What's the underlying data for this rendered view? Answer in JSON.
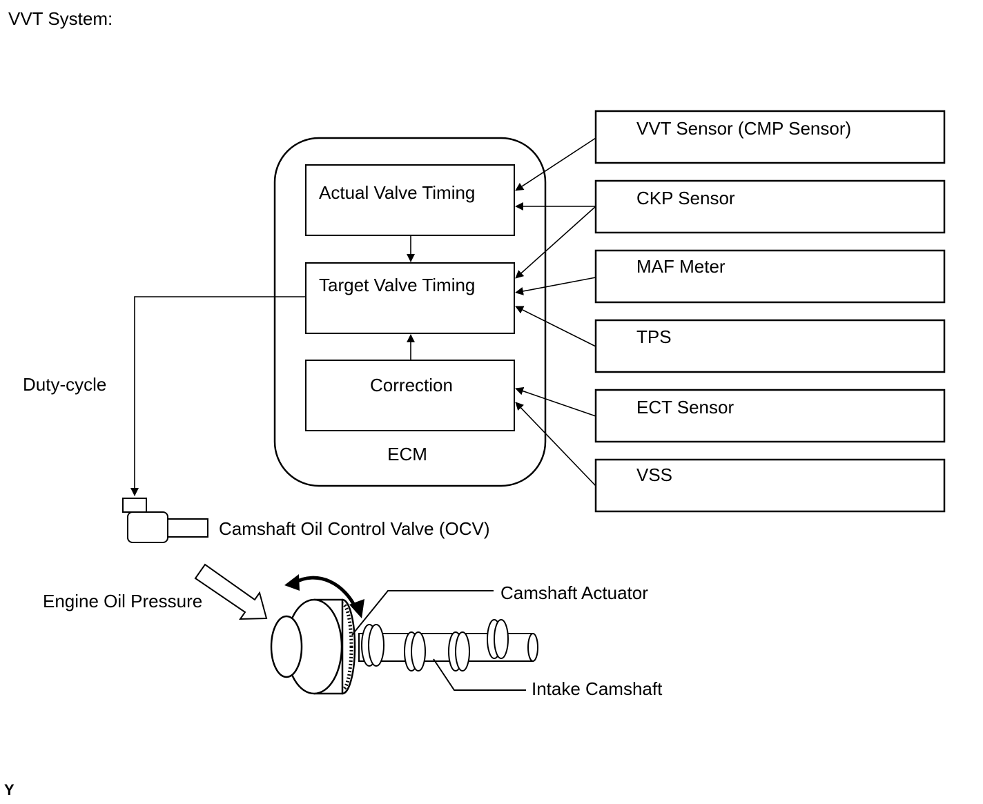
{
  "title": "VVT System:",
  "ecm": {
    "label": "ECM",
    "blocks": {
      "actual": "Actual Valve Timing",
      "target": "Target Valve Timing",
      "correction": "Correction"
    }
  },
  "sensors": [
    "VVT Sensor (CMP Sensor)",
    "CKP Sensor",
    "MAF Meter",
    "TPS",
    "ECT Sensor",
    "VSS"
  ],
  "labels": {
    "duty_cycle": "Duty-cycle",
    "ocv": "Camshaft Oil Control Valve (OCV)",
    "oil_pressure": "Engine Oil Pressure",
    "actuator": "Camshaft Actuator",
    "camshaft": "Intake Camshaft"
  },
  "corner_mark": "Y"
}
